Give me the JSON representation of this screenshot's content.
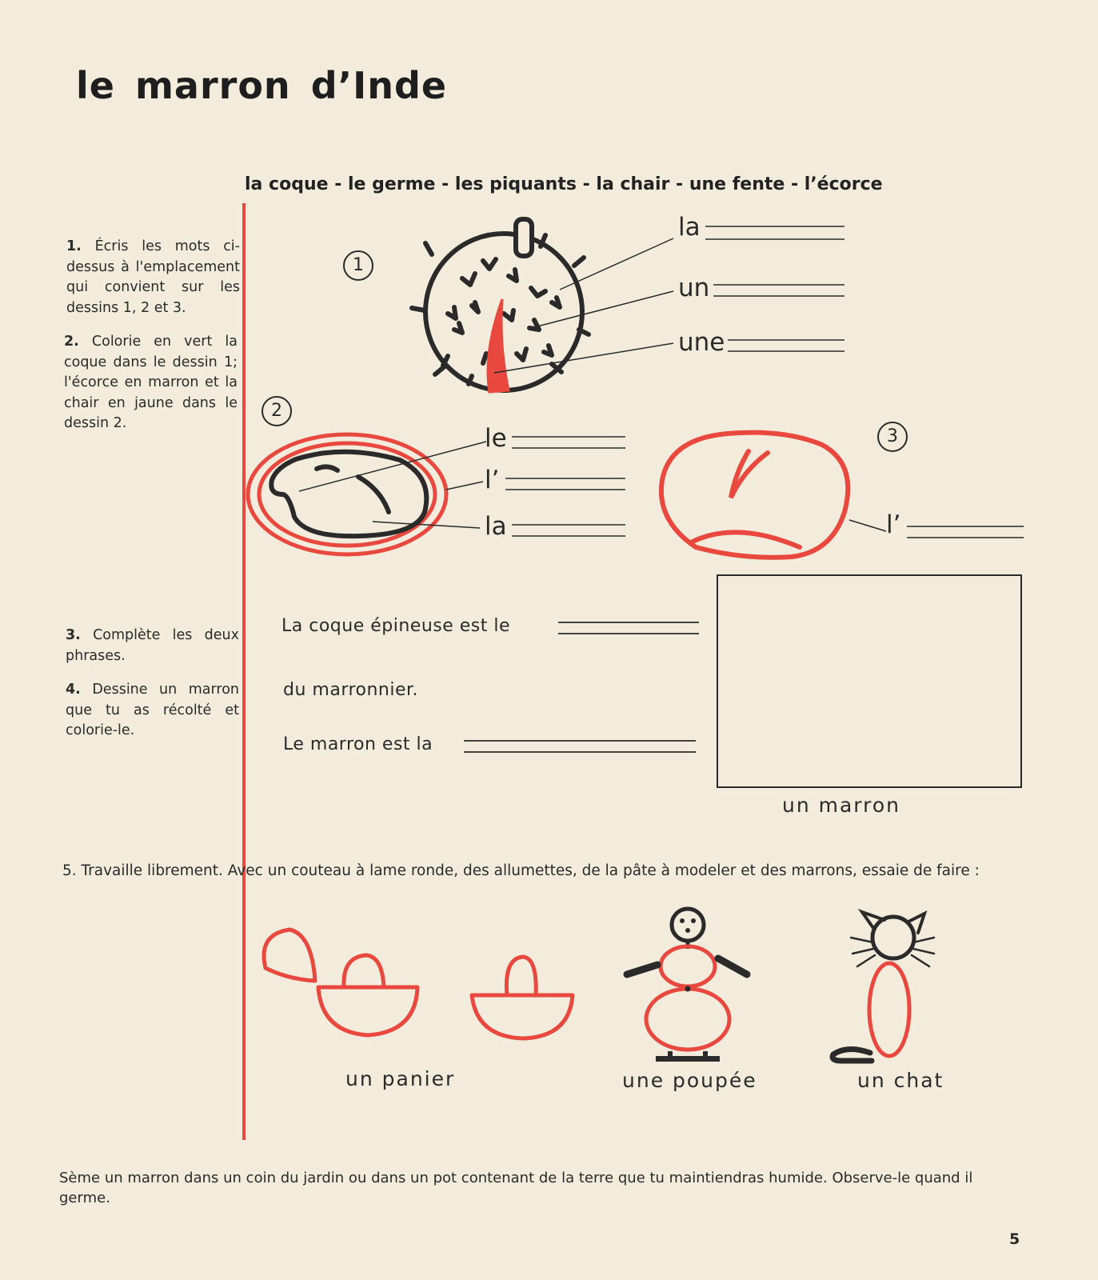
{
  "title": "le marron d’Inde",
  "word_list": "la coque - le germe - les piquants - la chair - une fente - l’écorce",
  "instructions": {
    "i1_num": "1.",
    "i1_text": "Écris les mots ci-dessus à l'emplacement qui convient sur les dessins 1, 2 et 3.",
    "i2_num": "2.",
    "i2_text": "Colorie en vert la coque dans le dessin 1; l'écorce en marron et la chair en jaune dans le dessin 2.",
    "i3_num": "3.",
    "i3_text": "Complète les deux phrases.",
    "i4_num": "4.",
    "i4_text": "Dessine un marron que tu as récolté et colorie-le."
  },
  "drawing_numbers": {
    "d1": "1",
    "d2": "2",
    "d3": "3"
  },
  "labels": {
    "d1_a": "la",
    "d1_b": "un",
    "d1_c": "une",
    "d2_a": "le",
    "d2_b": "l’",
    "d2_c": "la",
    "d3_a": "l’"
  },
  "sentences": {
    "s1_start": "La coque épineuse est le",
    "s1_end": "du marronnier.",
    "s2_start": "Le marron est la"
  },
  "draw_caption": "un  marron",
  "task5": {
    "num": "5.",
    "text": "Travaille librement. Avec un couteau à lame ronde, des allumettes, de la pâte à modeler et des marrons, essaie de faire :"
  },
  "crafts": {
    "c1": "un  panier",
    "c2": "une  poupée",
    "c3": "un  chat"
  },
  "footer": "Sème un marron dans un coin du jardin ou dans un pot contenant de la terre que tu maintiendras humide. Observe-le quand il germe.",
  "page_number": "5",
  "colors": {
    "paper": "#f3ecdc",
    "ink": "#2a2a2a",
    "red": "#e8483e"
  }
}
